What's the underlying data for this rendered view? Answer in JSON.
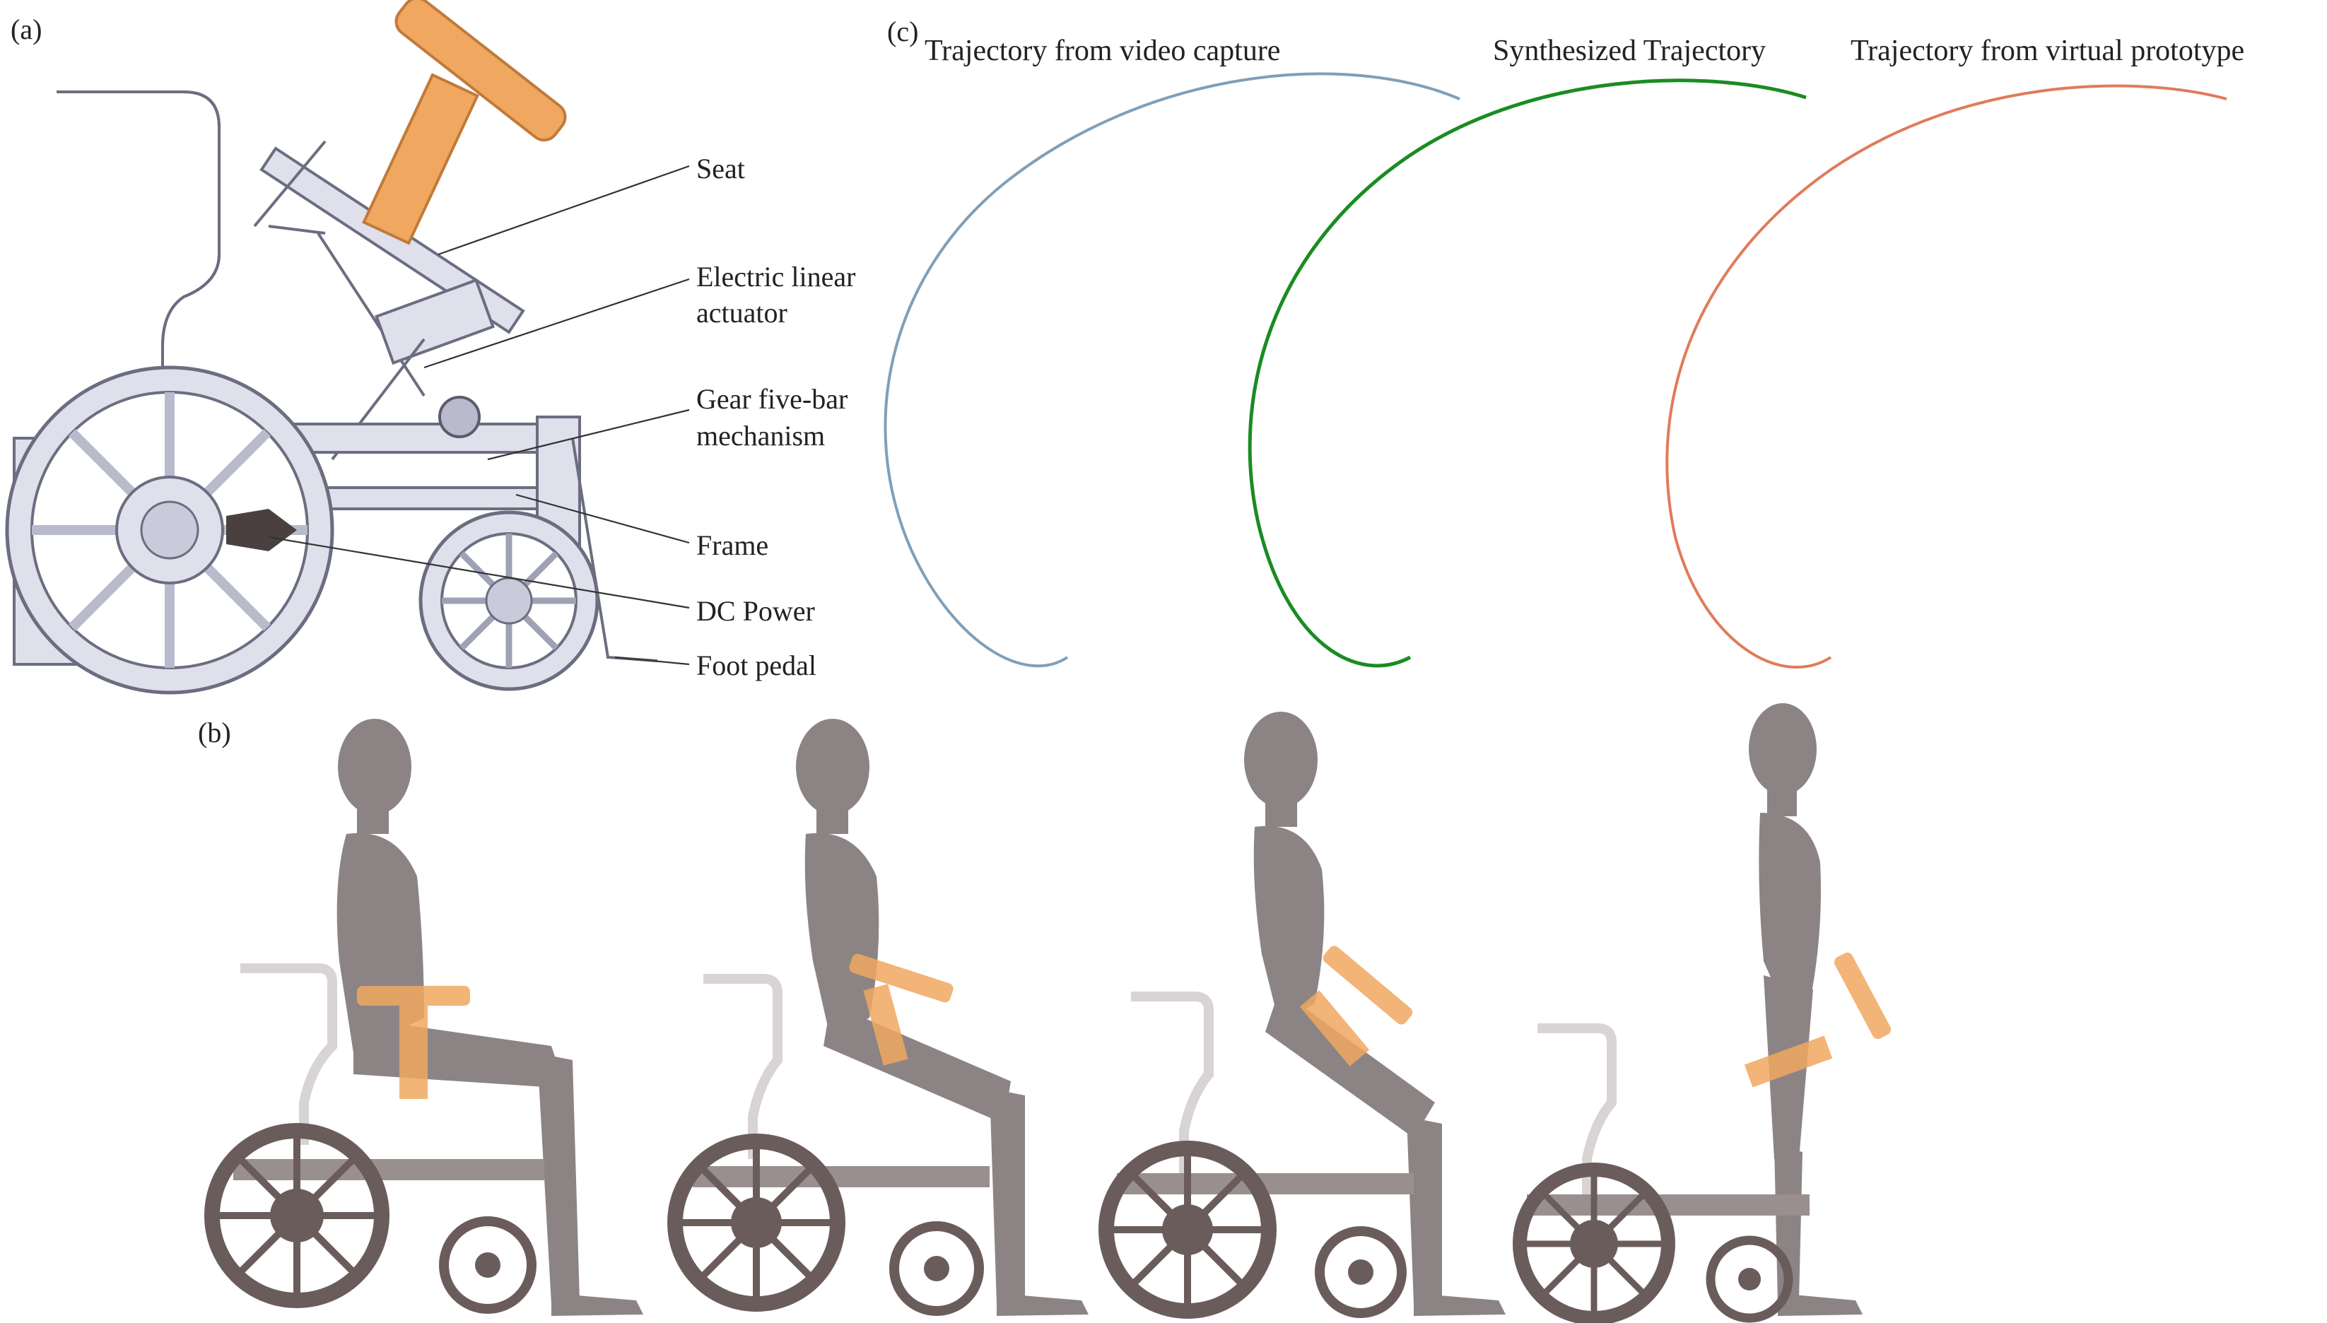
{
  "panels": {
    "a": "(a)",
    "b": "(b)",
    "c": "(c)"
  },
  "callouts": [
    {
      "id": "seat",
      "lines": [
        "Seat"
      ]
    },
    {
      "id": "actuator",
      "lines": [
        "Electric linear",
        "actuator"
      ]
    },
    {
      "id": "gear",
      "lines": [
        "Gear five-bar",
        "mechanism"
      ]
    },
    {
      "id": "frame",
      "lines": [
        "Frame"
      ]
    },
    {
      "id": "dc-power",
      "lines": [
        "DC Power"
      ]
    },
    {
      "id": "foot-pedal",
      "lines": [
        "Foot pedal"
      ]
    }
  ],
  "trajectories": [
    {
      "title": "Trajectory from video capture",
      "color": "#7f9fb9"
    },
    {
      "title": "Synthesized Trajectory",
      "color": "#1a8c22"
    },
    {
      "title": "Trajectory from virtual prototype",
      "color": "#e07b5a"
    }
  ],
  "colors": {
    "seat": "#f0a860",
    "human": "#8c8484",
    "wheel_dark": "#6b5c5c",
    "frame": "#dfe0ec"
  }
}
